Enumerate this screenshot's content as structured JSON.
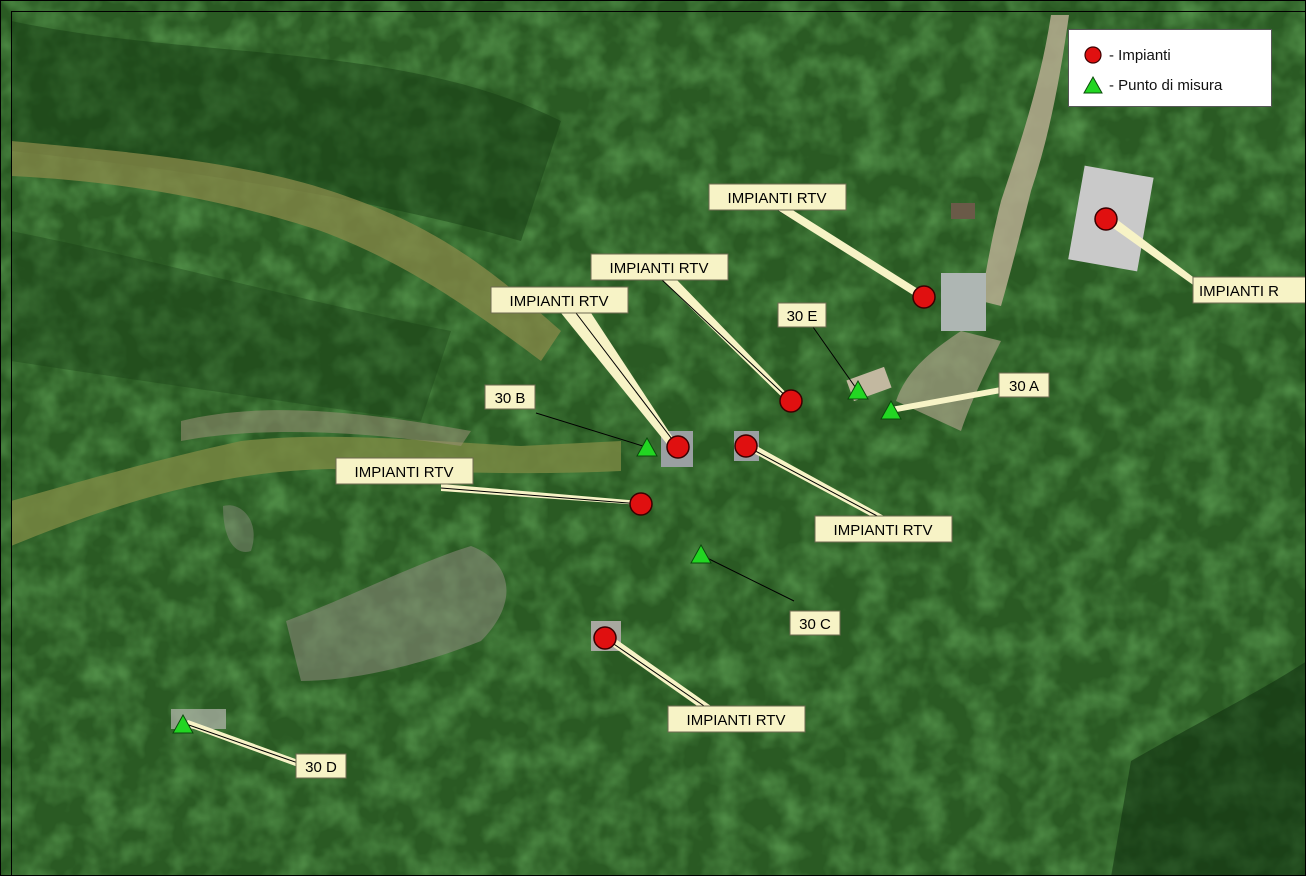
{
  "legend": {
    "items": [
      {
        "label": "- Impianti",
        "symbol": "red-circle"
      },
      {
        "label": "- Punto di misura",
        "symbol": "green-triangle"
      }
    ]
  },
  "labels": {
    "rtv": "IMPIANTI RTV",
    "rtv_clipped": "IMPIANTI R",
    "a": "30 A",
    "b": "30 B",
    "c": "30 C",
    "d": "30 D",
    "e": "30 E"
  },
  "colors": {
    "impianti": "#e01010",
    "punto": "#22d622",
    "label_bg": "#f7f3c6"
  }
}
